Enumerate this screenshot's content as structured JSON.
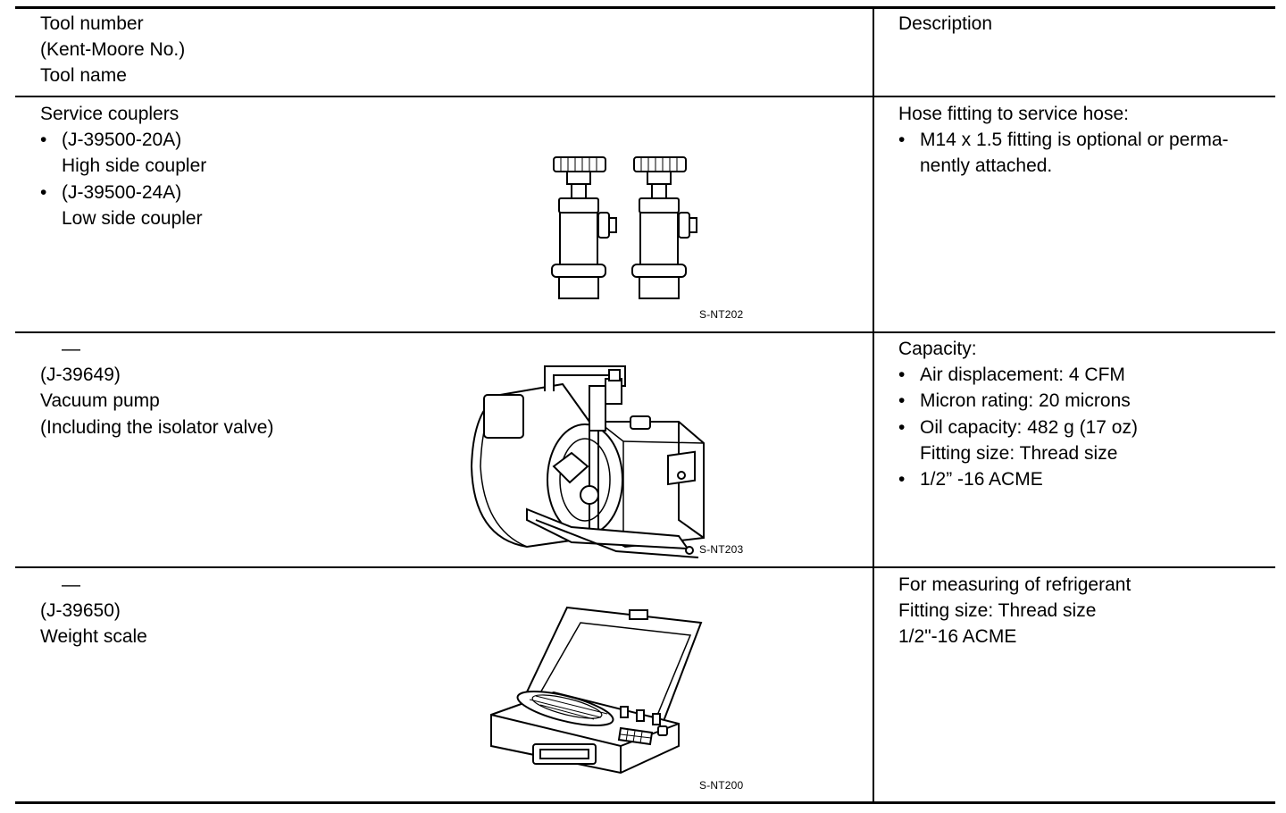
{
  "header": {
    "left_lines": [
      "Tool number",
      "(Kent-Moore No.)",
      "Tool name"
    ],
    "right": "Description"
  },
  "rows": [
    {
      "name_title": "Service couplers",
      "items": [
        {
          "bullet": "•",
          "code": "(J-39500-20A)",
          "sub": "High side coupler"
        },
        {
          "bullet": "•",
          "code": "(J-39500-24A)",
          "sub": "Low side coupler"
        }
      ],
      "figure_code": "S-NT202",
      "description": {
        "title": "Hose fitting to service hose:",
        "bullet": "•",
        "lines": [
          "M14 x 1.5 fitting is optional or perma-",
          "nently attached."
        ]
      }
    },
    {
      "dash": "—",
      "code": "(J-39649)",
      "name": "Vacuum pump",
      "note": "(Including the isolator valve)",
      "figure_code": "S-NT203",
      "description": {
        "title": "Capacity:",
        "bullets": [
          {
            "bullet": "•",
            "text": "Air displacement: 4 CFM"
          },
          {
            "bullet": "•",
            "text": "Micron rating: 20 microns"
          },
          {
            "bullet": "•",
            "text": "Oil capacity: 482 g (17 oz)",
            "extra": "Fitting size: Thread size"
          },
          {
            "bullet": "•",
            "text": "1/2” -16 ACME"
          }
        ]
      }
    },
    {
      "dash": "—",
      "code": "(J-39650)",
      "name": "Weight scale",
      "figure_code": "S-NT200",
      "description": {
        "lines": [
          "For measuring of refrigerant",
          "Fitting size: Thread size",
          "1/2\"-16 ACME"
        ]
      }
    }
  ]
}
